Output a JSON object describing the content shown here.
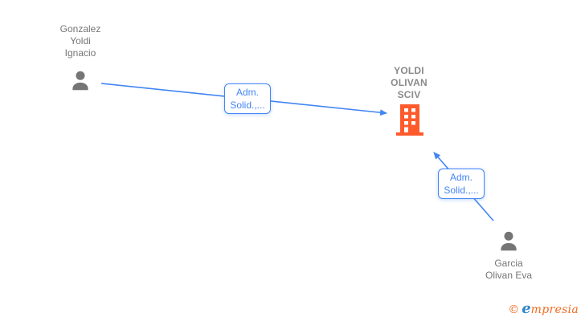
{
  "colors": {
    "node_text": "#757575",
    "company_text": "#8a8a8a",
    "person_icon": "#757575",
    "edge_blue": "#4285F4",
    "building_orange": "#FF5A2C",
    "logo_orange": "#F26A21",
    "logo_blue": "#2E86C8"
  },
  "diagram": {
    "nodes": [
      {
        "id": "gonzalez-yoldi-ignacio",
        "type": "person",
        "label": "Gonzalez Yoldi Ignacio",
        "label_lines": [
          "Gonzalez",
          "Yoldi",
          "Ignacio"
        ]
      },
      {
        "id": "yoldi-olivan-sciv",
        "type": "company",
        "label": "YOLDI OLIVAN SCIV",
        "label_lines": [
          "YOLDI",
          "OLIVAN",
          "SCIV"
        ]
      },
      {
        "id": "garcia-olivan-eva",
        "type": "person",
        "label": "Garcia Olivan Eva",
        "label_lines": [
          "Garcia",
          "Olivan Eva"
        ]
      }
    ],
    "edges": [
      {
        "from": "gonzalez-yoldi-ignacio",
        "to": "yoldi-olivan-sciv",
        "label": "Adm. Solid.,...",
        "label_lines": [
          "Adm.",
          "Solid.,..."
        ]
      },
      {
        "from": "garcia-olivan-eva",
        "to": "yoldi-olivan-sciv",
        "label": "Adm. Solid.,...",
        "label_lines": [
          "Adm.",
          "Solid.,..."
        ]
      }
    ]
  },
  "footer": {
    "copyright_symbol": "©",
    "brand_initial": "e",
    "brand_rest": "mpresia"
  }
}
